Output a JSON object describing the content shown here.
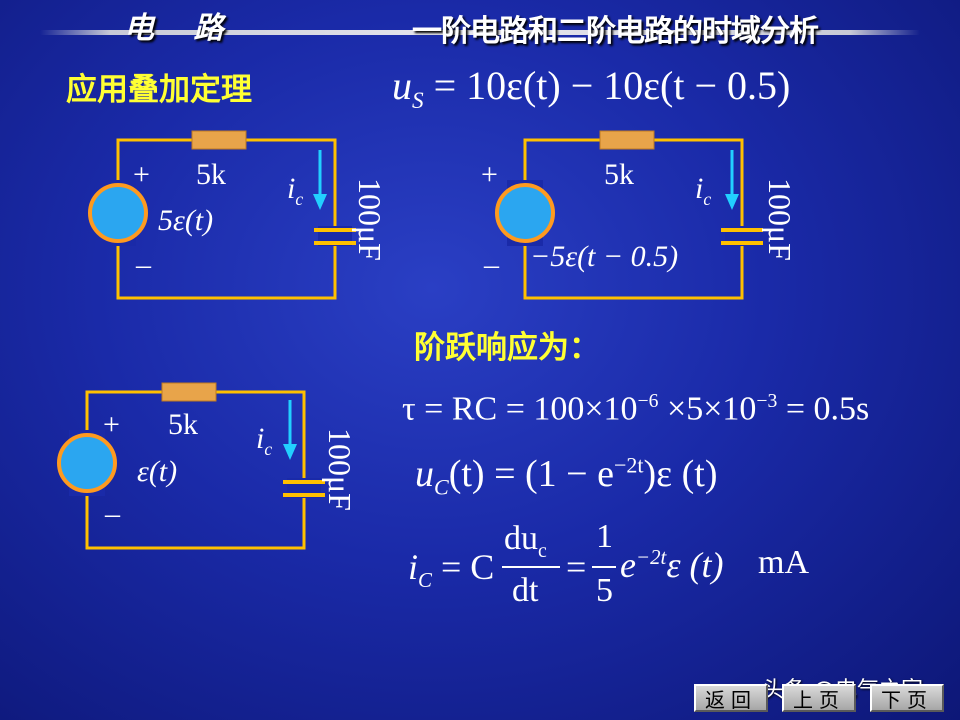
{
  "header": {
    "left_title": "电 路",
    "right_title": "一阶电路和二阶电路的时域分析"
  },
  "heading_superposition": "应用叠加定理",
  "heading_step_response": "阶跃响应为：",
  "equations": {
    "us_lhs": "u",
    "us_sub": "S",
    "us_rhs": "= 10ε(t) − 10ε(t − 0.5)",
    "tau": "τ = RC = 100×10",
    "tau_exp1": "−6",
    "tau_mid": " ×5×10",
    "tau_exp2": "−3",
    "tau_end": " = 0.5s",
    "uc_lhs": "u",
    "uc_sub": "C",
    "uc_a": "(t) = (1 − e",
    "uc_exp": "−2t",
    "uc_b": ")ε (t)",
    "ic_lhs": "i",
    "ic_sub": "C",
    "ic_eq": "= C",
    "ic_num": "du",
    "ic_num_sub": "c",
    "ic_den": "dt",
    "ic_eq2": "=",
    "ic_frac_num": "1",
    "ic_frac_den": "5",
    "ic_e": "e",
    "ic_exp": "−2t",
    "ic_tail": "ε (t)",
    "ic_unit": "mA"
  },
  "circuits": [
    {
      "plus": "+",
      "minus": "–",
      "resistor": "5k",
      "current": "i",
      "current_sub": "c",
      "source": "5ε(t)",
      "capacitor": "100μF"
    },
    {
      "plus": "+",
      "minus": "–",
      "resistor": "5k",
      "current": "i",
      "current_sub": "c",
      "source": "−5ε(t − 0.5)",
      "capacitor": "100μF"
    },
    {
      "plus": "+",
      "minus": "–",
      "resistor": "5k",
      "current": "i",
      "current_sub": "c",
      "source": "ε(t)",
      "capacitor": "100μF"
    }
  ],
  "footer": {
    "back": "返回",
    "prev": "上页",
    "next": "下页",
    "watermark": "头条 @电气之家"
  },
  "colors": {
    "wire": "#ffc000",
    "resistor": "#e8a44a",
    "source_fill": "#2ba6f0",
    "source_ring": "#ff9a1f",
    "arrow": "#22d0ff",
    "heading": "#ffff33"
  }
}
